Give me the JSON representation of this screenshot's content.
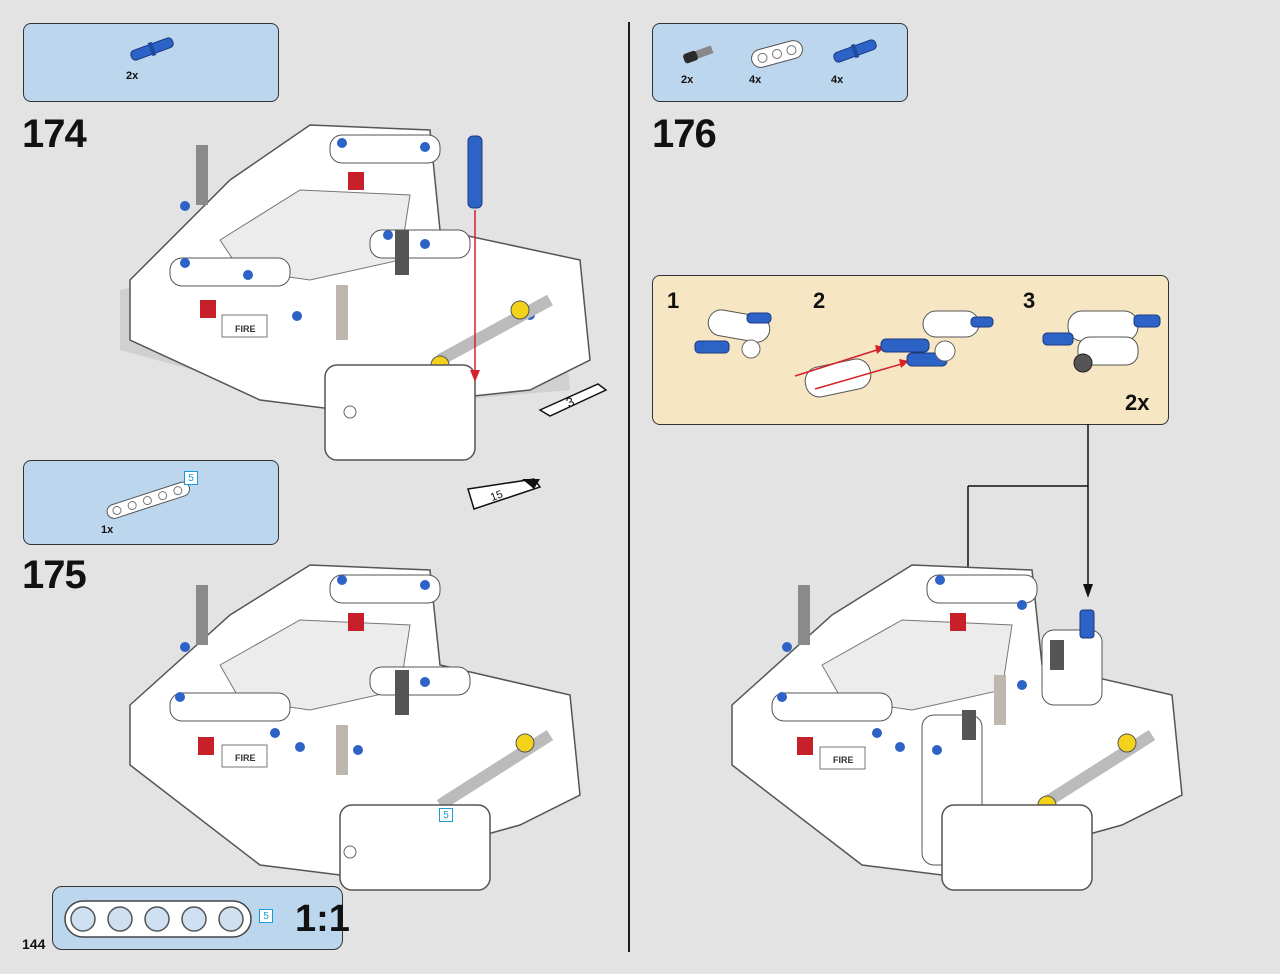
{
  "page_number": "144",
  "steps": [
    {
      "number": "174",
      "parts": [
        {
          "qty": "2x",
          "part": "blue-axle-pin"
        }
      ]
    },
    {
      "number": "175",
      "parts": [
        {
          "qty": "1x",
          "part": "white-beam-5",
          "length": "5"
        }
      ]
    },
    {
      "number": "176",
      "parts": [
        {
          "qty": "2x",
          "part": "black-bush-pin"
        },
        {
          "qty": "4x",
          "part": "white-beam-3"
        },
        {
          "qty": "4x",
          "part": "blue-axle-pin"
        }
      ]
    }
  ],
  "callouts": {
    "step174_rotation_a": "3",
    "step174_rotation_b": "15",
    "step175_length": "5"
  },
  "substeps": {
    "labels": [
      "1",
      "2",
      "3"
    ],
    "multiplier": "2x"
  },
  "scale_guide": {
    "length": "5",
    "ratio": "1:1"
  },
  "colors": {
    "parts_box": "#bcd6ee",
    "subassembly_box": "#f7e6c4",
    "lego_blue": "#2d62c6",
    "arrow_red": "#d8202a"
  }
}
